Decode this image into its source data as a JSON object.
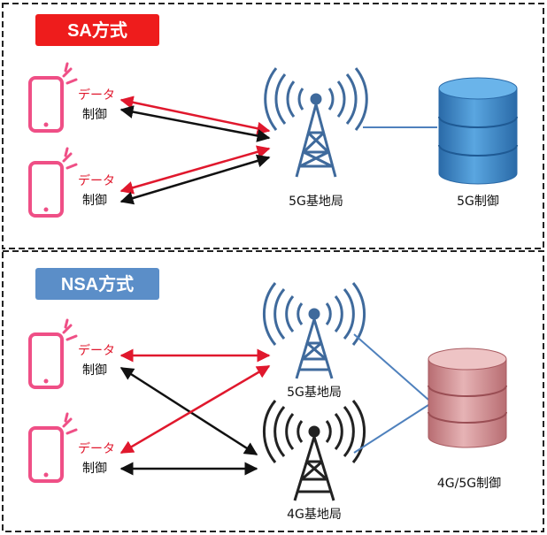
{
  "colors": {
    "phone": "#ef4f86",
    "red_arrow": "#e0182d",
    "black_arrow": "#111111",
    "tower_blue": "#3f6a9c",
    "tower_black": "#222222",
    "db_blue": "#3a86c8",
    "db_red": "#cc8a8c",
    "sa_badge": "#ee1c1c",
    "nsa_badge": "#5b8ec8",
    "link_line": "#4f81bd"
  },
  "sa": {
    "title": "SA方式",
    "phones": [
      {
        "data_label": "データ",
        "control_label": "制御"
      },
      {
        "data_label": "データ",
        "control_label": "制御"
      }
    ],
    "station_label": "5G基地局",
    "control_label": "5G制御"
  },
  "nsa": {
    "title": "NSA方式",
    "phones": [
      {
        "data_label": "データ",
        "control_label": "制御"
      },
      {
        "data_label": "データ",
        "control_label": "制御"
      }
    ],
    "station_5g_label": "5G基地局",
    "station_4g_label": "4G基地局",
    "control_label": "4G/5G制御"
  }
}
